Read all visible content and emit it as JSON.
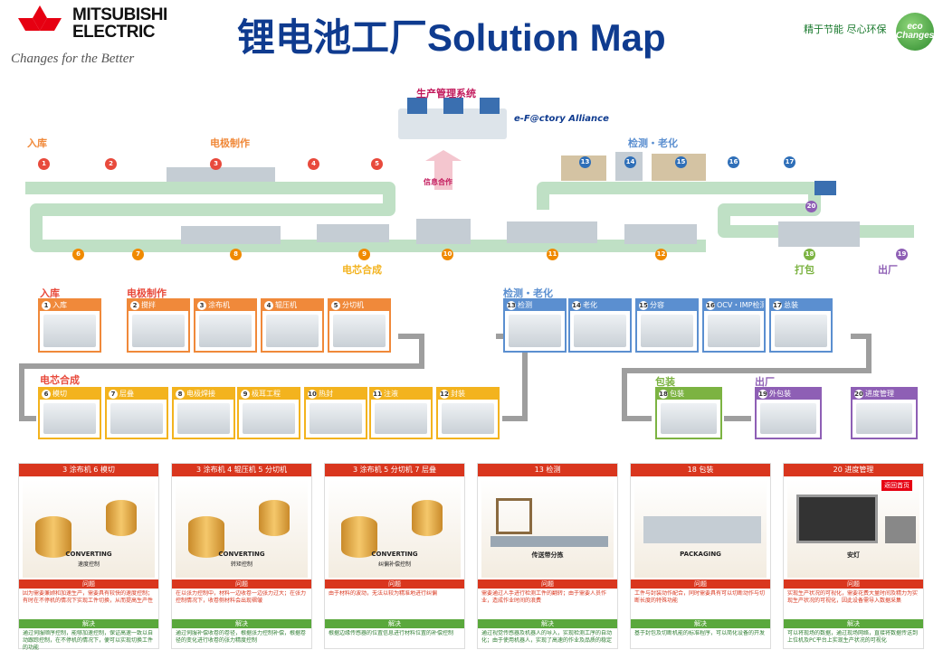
{
  "brand": {
    "name_line1": "MITSUBISHI",
    "name_line2": "ELECTRIC",
    "tagline": "Changes for the Better",
    "slogan": "精于节能 尽心环保",
    "eco_badge": "eco Changes",
    "color_red": "#e60012"
  },
  "title": "锂电池工厂Solution Map",
  "flow_map": {
    "mgmt_label": "生产管理系统",
    "efactory_label": "e-F@ctory Alliance",
    "info_label": "信息合作",
    "sections": {
      "inbound": "入库",
      "electrode": "电极制作",
      "inspect": "检测・老化",
      "cell": "电芯合成",
      "pack": "打包",
      "ship": "出厂"
    },
    "station_numbers": [
      "1",
      "2",
      "3",
      "4",
      "5",
      "6",
      "7",
      "8",
      "9",
      "10",
      "11",
      "12",
      "13",
      "14",
      "15",
      "16",
      "17",
      "18",
      "19",
      "20"
    ]
  },
  "process": {
    "inbound_title": "入库",
    "electrode_title": "电极制作",
    "cell_title": "电芯合成",
    "inspect_title": "检测・老化",
    "pack_title": "包装",
    "ship_title": "出厂",
    "row1": [
      {
        "num": "1",
        "label": "入库"
      },
      {
        "num": "2",
        "label": "搅拌"
      },
      {
        "num": "3",
        "label": "涂布机"
      },
      {
        "num": "4",
        "label": "辊压机"
      },
      {
        "num": "5",
        "label": "分切机"
      }
    ],
    "inspect_row": [
      {
        "num": "13",
        "label": "检测"
      },
      {
        "num": "14",
        "label": "老化"
      },
      {
        "num": "15",
        "label": "分容"
      },
      {
        "num": "16",
        "label": "OCV・IMP检测"
      },
      {
        "num": "17",
        "label": "总装"
      }
    ],
    "row2": [
      {
        "num": "6",
        "label": "模切"
      },
      {
        "num": "7",
        "label": "层叠"
      },
      {
        "num": "8",
        "label": "电极焊接"
      },
      {
        "num": "9",
        "label": "极耳工程"
      },
      {
        "num": "10",
        "label": "热封"
      },
      {
        "num": "11",
        "label": "注液"
      },
      {
        "num": "12",
        "label": "封装"
      }
    ],
    "pack_card": {
      "num": "18",
      "label": "包装"
    },
    "ship_card": {
      "num": "19",
      "label": "外包装"
    },
    "mgmt_card": {
      "num": "20",
      "label": "进度管理"
    }
  },
  "panels": [
    {
      "header": "3 涂布机 6 模切",
      "caption": "CONVERTING",
      "sub": "速度控制",
      "problem_h": "问题",
      "problem": "因为需要兼顾和加速生产，需要具有较快的速度控制；有时在不停机的情况下实现工件切换，从而提高生产性",
      "solution_h": "解决",
      "solution": "通过伺服顺序控制，能够加速控制，保证高速一致以自动跟踪控制，在不停机的情况下，便可以实现切换工件的功能"
    },
    {
      "header": "3 涂布机 4 辊压机 5 分切机",
      "caption": "CONVERTING",
      "sub": "转矩控制",
      "problem_h": "问题",
      "problem": "在以张力控制中，材料一边收卷一边张力过大；在张力控制情况下，收卷侧材料会出现褶皱",
      "solution_h": "解决",
      "solution": "通过伺服补偿收卷的卷径，根据张力控制补偿，根据卷径的变化进行收卷的张力精度控制"
    },
    {
      "header": "3 涂布机 5 分切机 7 层叠",
      "caption": "CONVERTING",
      "sub": "纠偏补偿控制",
      "problem_h": "问题",
      "problem": "由于材料的波动，无法以较为精准地进行纠偏",
      "solution_h": "解决",
      "solution": "根据边缘传感器的位置信息进行材料位置的补偿控制"
    },
    {
      "header": "13 检测",
      "caption": "传送带分拣",
      "sub": "",
      "problem_h": "问题",
      "problem": "需要通过人手进行检测工件的翻转；由于需要人员作业，造成作业时间的浪费",
      "solution_h": "解决",
      "solution": "通过视觉传感器及机器人的导入，实现检测工序的自动化；由于使用机器人，实现了高速的作业及品质的稳定"
    },
    {
      "header": "18 包装",
      "caption": "PACKAGING",
      "sub": "",
      "problem_h": "问题",
      "problem": "工件与封装动作配合，同时需要具有可以切断动作与切断长度的特殊功能",
      "solution_h": "解决",
      "solution": "基于封包及切断机能的标准程序，可以简化设备的开发"
    },
    {
      "header": "20 进度管理",
      "caption": "安灯",
      "sub": "",
      "problem_h": "问题",
      "problem": "实现生产状况的可视化，需要花费大量时间及精力为实现生产状况的可视化，因此设备需导入数据采集",
      "solution_h": "解决",
      "solution": "可以将现场的数据，通过现场网络，直接将数据传送到上位机及PC平台上实现生产状况的可视化"
    }
  ],
  "return_badge": "返回首页"
}
